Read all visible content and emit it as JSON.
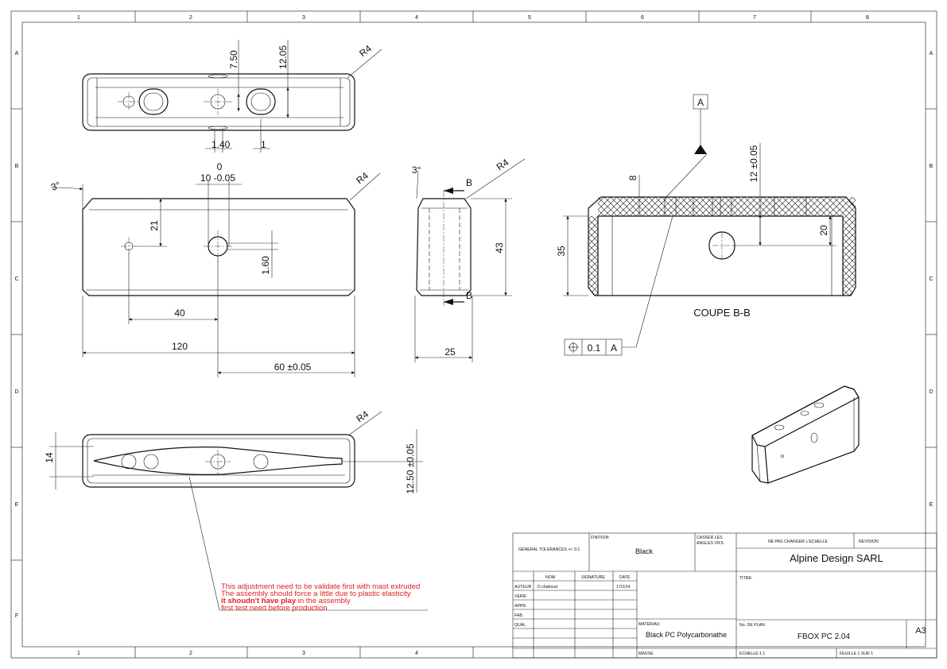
{
  "border": {
    "columns": [
      "1",
      "2",
      "3",
      "4",
      "5",
      "6",
      "7",
      "8"
    ],
    "rows": [
      "A",
      "B",
      "C",
      "D",
      "E",
      "F"
    ]
  },
  "top_view": {
    "dims": {
      "d1": "7.50",
      "d2": "12.05",
      "r": "R4",
      "d3": "1.40",
      "d4": "1"
    }
  },
  "front_view": {
    "dims": {
      "angle": "3°",
      "d0": "0",
      "d1": "10 -0.05",
      "r": "R4",
      "d21": "21",
      "d160": "1.60",
      "d40": "40",
      "d120": "120",
      "d60": "60 ±0.05"
    }
  },
  "side_view": {
    "dims": {
      "angle": "3°",
      "r": "R4",
      "b_top": "B",
      "b_bot": "B",
      "d43": "43",
      "d25": "25"
    }
  },
  "section": {
    "datum": "A",
    "dims": {
      "d8": "8",
      "d12": "12 ±0.05",
      "d35": "35",
      "d20": "20"
    },
    "fcf": {
      "tol": "0.1",
      "datum": "A"
    },
    "label": "COUPE B-B"
  },
  "bottom_view": {
    "dims": {
      "r": "R4",
      "d14": "14",
      "d1250": "12.50 ±0.05"
    }
  },
  "note": {
    "line1": "This adjustment need to be validate first with mast extruded",
    "line2": "The assembly should force a little due to plastic elasticity",
    "line3_bold": "it shoudn't have play",
    "line3_rest": " in the assembly",
    "line4": " first test need before production"
  },
  "title_block": {
    "general_tol": "GENERAL TOLERANCES +/- 0.1",
    "finition_label": "FINITION:",
    "finition_value": "Black",
    "casser_label_1": "CASSER LES",
    "casser_label_2": "ANGLES VIFS",
    "ne_pas": "NE PAS CHANGER L'ECHELLE",
    "revision": "REVISION",
    "company": "Alpine Design SARL",
    "nom": "NOM",
    "signature": "SIGNATURE",
    "date": "DATE",
    "titre": "TITRE:",
    "auteur": "AUTEUR",
    "auteur_nom": "D.chaboud",
    "auteur_date": "17/2/14",
    "verif": "VERIF.",
    "appr": "APPR.",
    "fab": "FAB.",
    "qual": "QUAL.",
    "materiau_label": "MATERIAU:",
    "materiau_value": "Black PC Polycarbonathe",
    "no_plan_label": "No. DE PLAN",
    "no_plan_value": "FBOX PC 2.04",
    "format": "A3",
    "masse": "MASSE:",
    "echelle": "ECHELLE:1:1",
    "feuille": "FEUILLE 1 SUR 1"
  }
}
